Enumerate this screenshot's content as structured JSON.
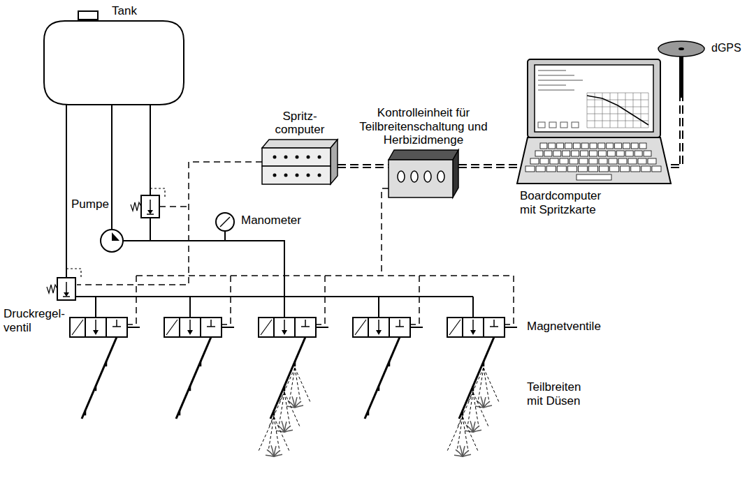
{
  "diagram": {
    "nodes": [
      {
        "text": [
          "Tank"
        ]
      },
      {
        "text": [
          "Spritz- computer"
        ]
      },
      {
        "text": [
          "Kontrolleinheit für Teilbreitenschaltung und Herbizidmenge"
        ]
      },
      {
        "text": [
          "Boardcomputer mit Spritzkarte"
        ]
      },
      {
        "text": [
          "dGPS"
        ]
      }
    ],
    "edges": [
      {
        "from": 1,
        "to": 2,
        "arrow": "none"
      },
      {
        "from": 2,
        "to": 3,
        "arrow": "none"
      },
      {
        "from": 3,
        "to": 4,
        "arrow": "none"
      }
    ],
    "labels": [
      "Pumpe",
      "Manometer",
      "Druckregel- ventil",
      "Magnetventile",
      "Teilbreiten mit Düsen"
    ]
  }
}
